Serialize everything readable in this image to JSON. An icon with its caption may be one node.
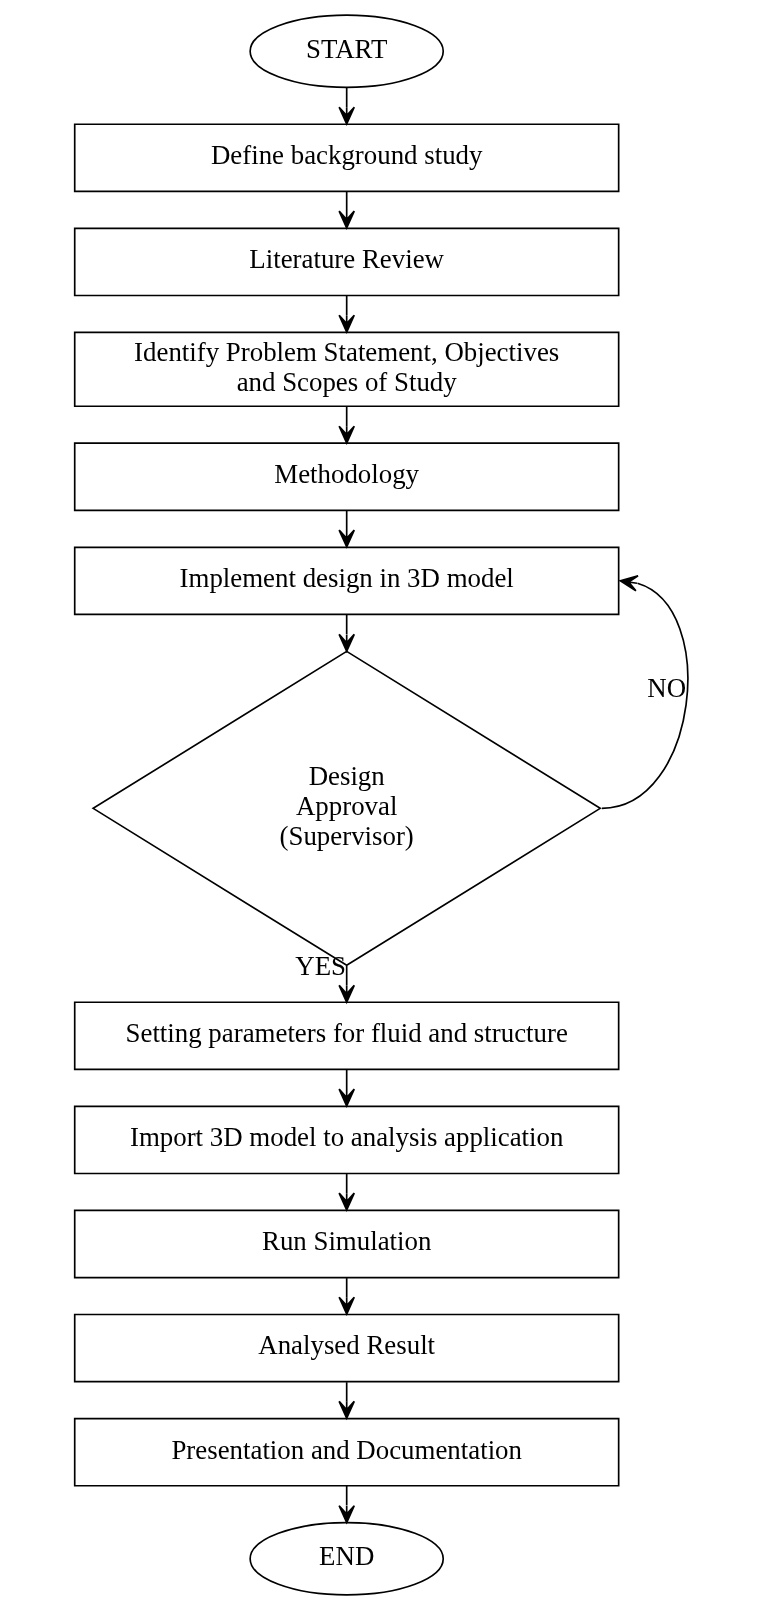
{
  "diagram": {
    "nodes": [
      {
        "text": [
          "START"
        ]
      },
      {
        "text": [
          "Define background study"
        ]
      },
      {
        "text": [
          "Literature Review"
        ]
      },
      {
        "text": [
          "Identify Problem Statement, Objectives and Scopes of Study"
        ]
      },
      {
        "text": [
          "Methodology"
        ]
      },
      {
        "text": [
          "Implement design in 3D model"
        ]
      },
      {
        "text": [
          "Design Approval (Supervisor)"
        ]
      },
      {
        "text": [
          "Setting parameters for fluid and structure"
        ]
      },
      {
        "text": [
          "Import 3D model to analysis application"
        ]
      },
      {
        "text": [
          "Run Simulation"
        ]
      },
      {
        "text": [
          "Analysed Result"
        ]
      },
      {
        "text": [
          "Presentation and Documentation"
        ]
      },
      {
        "text": [
          "END"
        ]
      }
    ],
    "edges": [
      {
        "from": 0,
        "to": 1,
        "arrow": "to"
      },
      {
        "from": 1,
        "to": 2,
        "arrow": "to"
      },
      {
        "from": 2,
        "to": 3,
        "arrow": "to"
      },
      {
        "from": 3,
        "to": 4,
        "arrow": "to"
      },
      {
        "from": 4,
        "to": 5,
        "arrow": "to"
      },
      {
        "from": 5,
        "to": 6,
        "arrow": "to"
      },
      {
        "from": 6,
        "to": 5,
        "arrow": "to",
        "label": "NO"
      },
      {
        "from": 6,
        "to": 7,
        "arrow": "to",
        "label": "YES"
      },
      {
        "from": 7,
        "to": 8,
        "arrow": "to"
      },
      {
        "from": 8,
        "to": 9,
        "arrow": "to"
      },
      {
        "from": 9,
        "to": 10,
        "arrow": "to"
      },
      {
        "from": 10,
        "to": 11,
        "arrow": "to"
      },
      {
        "from": 11,
        "to": 12,
        "arrow": "to"
      }
    ]
  }
}
